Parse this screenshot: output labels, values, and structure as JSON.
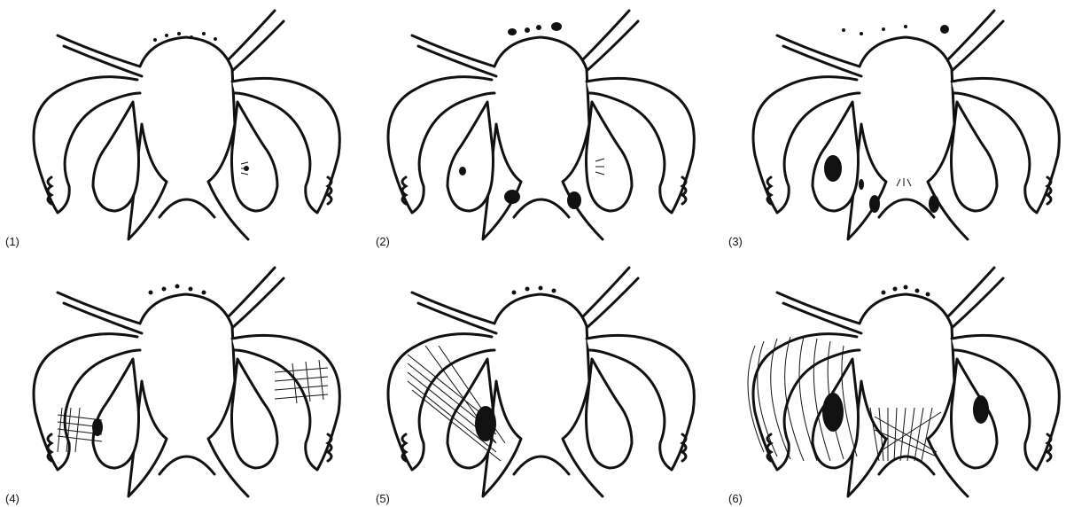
{
  "figure": {
    "panels": [
      {
        "label": "(1)",
        "stage": 1
      },
      {
        "label": "(2)",
        "stage": 2
      },
      {
        "label": "(3)",
        "stage": 3
      },
      {
        "label": "(4)",
        "stage": 4
      },
      {
        "label": "(5)",
        "stage": 5
      },
      {
        "label": "(6)",
        "stage": 6
      }
    ]
  }
}
